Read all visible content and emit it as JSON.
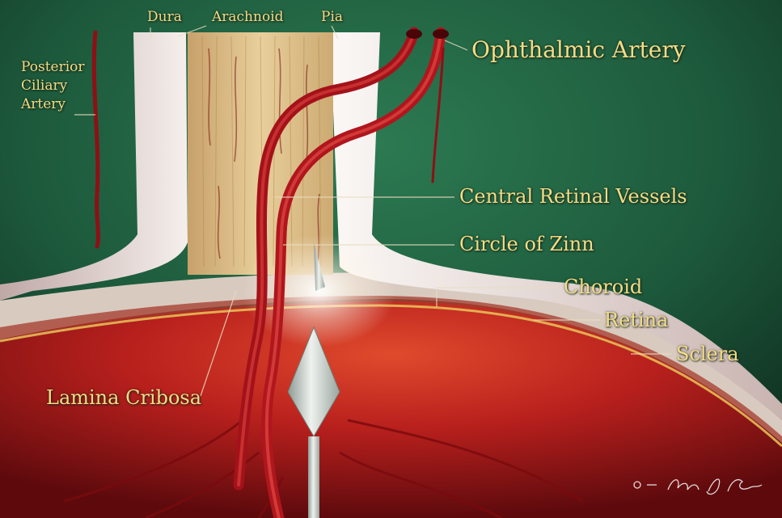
{
  "labels": {
    "dura": "Dura",
    "arachnoid": "Arachnoid",
    "pia": "Pia",
    "posterior_ciliary_artery": [
      "Posterior",
      "Ciliary",
      "Artery"
    ],
    "ophthalmic_artery": "Ophthalmic Artery",
    "central_retinal_vessels": "Central Retinal Vessels",
    "circle_of_zinn": "Circle of Zinn",
    "choroid": "Choroid",
    "retina": "Retina",
    "sclera": "Sclera",
    "lamina_cribosa": "Lamina Cribosa"
  },
  "colors": {
    "background": "#1d5a3c",
    "label_text": "#f3dc86",
    "vessel": "#c0141c",
    "globe": "#b2191c",
    "sclera": "#d8c9bc",
    "nerve_core": "#d6b47c",
    "sheath": "#efe6e2"
  }
}
